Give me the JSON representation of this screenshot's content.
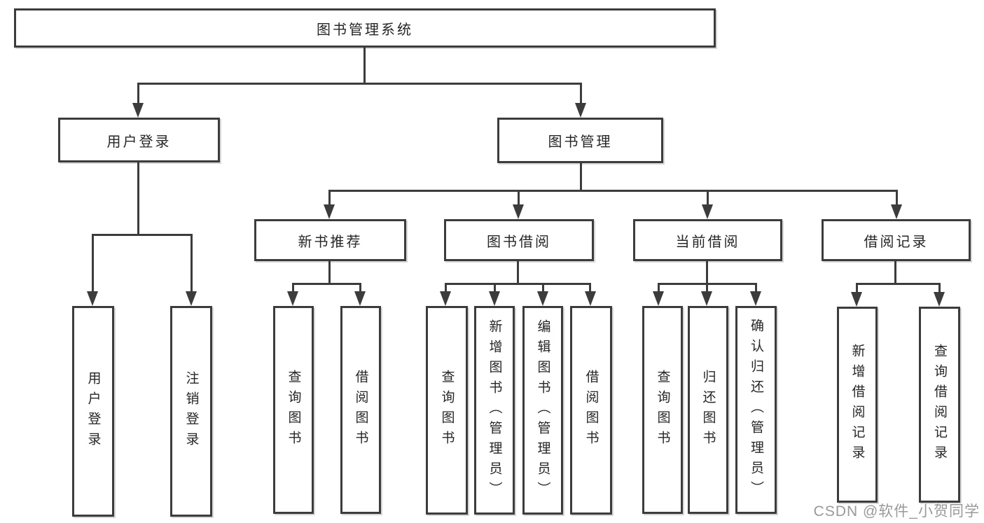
{
  "nodes": {
    "root": "图书管理系统",
    "user_login": "用户登录",
    "book_mgmt": "图书管理",
    "leaf_user_login": "用户登录",
    "leaf_logout": "注销登录",
    "new_books": "新书推荐",
    "book_borrow": "图书借阅",
    "current_borrow": "当前借阅",
    "borrow_records": "借阅记录",
    "nb_query": "查询图书",
    "nb_borrow": "借阅图书",
    "bb_query": "查询图书",
    "bb_add": "新增图书（管理员）",
    "bb_edit": "编辑图书（管理员）",
    "bb_borrow": "借阅图书",
    "cb_query": "查询图书",
    "cb_return": "归还图书",
    "cb_confirm": "确认归还（管理员）",
    "br_add": "新增借阅记录",
    "br_query": "查询借阅记录"
  },
  "hierarchy": {
    "图书管理系统": {
      "用户登录": [
        "用户登录",
        "注销登录"
      ],
      "图书管理": {
        "新书推荐": [
          "查询图书",
          "借阅图书"
        ],
        "图书借阅": [
          "查询图书",
          "新增图书（管理员）",
          "编辑图书（管理员）",
          "借阅图书"
        ],
        "当前借阅": [
          "查询图书",
          "归还图书",
          "确认归还（管理员）"
        ],
        "借阅记录": [
          "新增借阅记录",
          "查询借阅记录"
        ]
      }
    }
  },
  "watermark": {
    "text": "CSDN @软件_小贺同学"
  },
  "colors": {
    "line": "#3c3c3c",
    "text": "#262626",
    "watermark": "#999999",
    "background": "#ffffff"
  }
}
